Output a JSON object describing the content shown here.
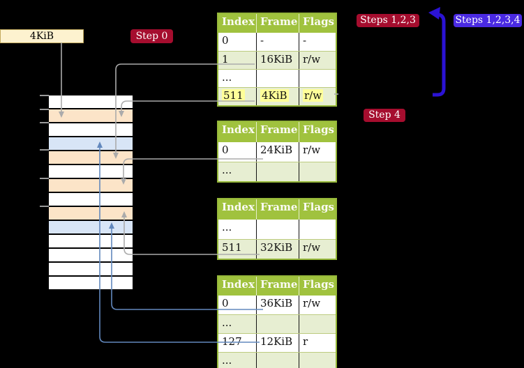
{
  "colors": {
    "background": "#000000",
    "table_header_bg": "#a0c23e",
    "table_alt_row_bg": "#e7eed2",
    "table_border": "#96b83a",
    "highlight_yellow": "#ffff99",
    "memory_frame_peach": "#fce4c8",
    "memory_frame_blue": "#d8e5f6",
    "memory_frame_white": "#ffffff",
    "step_chip_red": "#a50d2e",
    "step_chip_blue": "#4a2ae2",
    "big_arrow_blue": "#2b13d4",
    "pointer_gray": "#ababab",
    "pointer_blue": "#6288bd",
    "frame_size_box_bg": "#fdf2cf",
    "frame_size_box_border": "#c3aa5e"
  },
  "labels": {
    "frame_size": "4KiB",
    "step0": "Step 0",
    "steps123": "Steps 1,2,3",
    "steps1234": "Steps 1,2,3,4",
    "step4": "Step 4"
  },
  "memory": {
    "rows": [
      {
        "color": "white"
      },
      {
        "color": "peach"
      },
      {
        "color": "white"
      },
      {
        "color": "blue"
      },
      {
        "color": "peach"
      },
      {
        "color": "white"
      },
      {
        "color": "peach"
      },
      {
        "color": "white"
      },
      {
        "color": "peach"
      },
      {
        "color": "blue"
      },
      {
        "color": "white"
      },
      {
        "color": "white"
      },
      {
        "color": "white"
      },
      {
        "color": "white"
      }
    ]
  },
  "tables": [
    {
      "columns": [
        "Index",
        "Frame",
        "Flags"
      ],
      "rows": [
        {
          "cells": [
            "0",
            "-",
            "-"
          ]
        },
        {
          "cells": [
            "1",
            "16KiB",
            "r/w"
          ]
        },
        {
          "cells": [
            "...",
            "",
            ""
          ]
        },
        {
          "cells": [
            "511",
            "4KiB",
            "r/w"
          ],
          "highlighted": true
        }
      ]
    },
    {
      "columns": [
        "Index",
        "Frame",
        "Flags"
      ],
      "rows": [
        {
          "cells": [
            "0",
            "24KiB",
            "r/w"
          ]
        },
        {
          "cells": [
            "...",
            "",
            ""
          ]
        }
      ]
    },
    {
      "columns": [
        "Index",
        "Frame",
        "Flags"
      ],
      "rows": [
        {
          "cells": [
            "...",
            "",
            ""
          ]
        },
        {
          "cells": [
            "511",
            "32KiB",
            "r/w"
          ]
        }
      ]
    },
    {
      "columns": [
        "Index",
        "Frame",
        "Flags"
      ],
      "rows": [
        {
          "cells": [
            "0",
            "36KiB",
            "r/w"
          ]
        },
        {
          "cells": [
            "...",
            "",
            ""
          ]
        },
        {
          "cells": [
            "127",
            "12KiB",
            "r"
          ]
        },
        {
          "cells": [
            "...",
            "",
            ""
          ]
        }
      ]
    }
  ],
  "connections": [
    {
      "from": "table1 row 511",
      "to": "memory frame 4KiB",
      "style": "gray-arrow-down"
    },
    {
      "from": "table1 row 1",
      "to": "memory frame 16KiB",
      "style": "gray-arrow-down"
    },
    {
      "from": "frame-size box 4KiB",
      "to": "memory frame 4-8KiB",
      "style": "gray-arrow-down"
    },
    {
      "from": "table2 row 0",
      "to": "memory frame 24KiB",
      "style": "gray-arrow-down"
    },
    {
      "from": "table3 row 511",
      "to": "memory frame 32KiB",
      "style": "gray-arrow-up"
    },
    {
      "from": "table4 row 0",
      "to": "memory frame 36KiB",
      "style": "blue-arrow-up"
    },
    {
      "from": "table4 row 127",
      "to": "memory frame 12KiB",
      "style": "blue-arrow-up"
    },
    {
      "from": "bottom of step sequence",
      "to": "top of step sequence",
      "style": "thick-blue-loop-arrow"
    }
  ]
}
